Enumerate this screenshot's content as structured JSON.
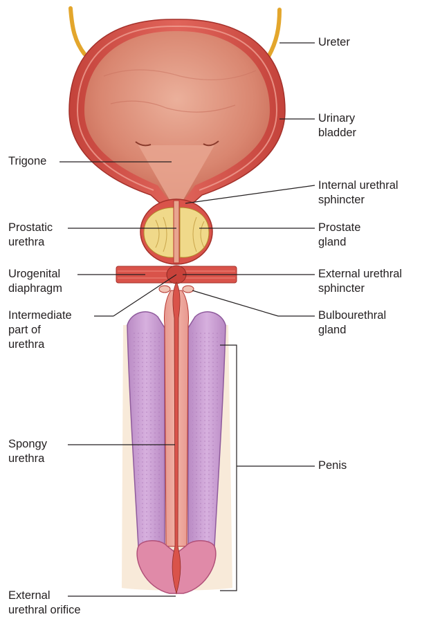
{
  "labels": {
    "ureter": "Ureter",
    "urinary_bladder": "Urinary\nbladder",
    "trigone": "Trigone",
    "internal_urethral_sphincter": "Internal urethral\nsphincter",
    "prostatic_urethra": "Prostatic\nurethra",
    "prostate_gland": "Prostate\ngland",
    "urogenital_diaphragm": "Urogenital\ndiaphragm",
    "external_urethral_sphincter": "External urethral\nsphincter",
    "intermediate_part_of_urethra": "Intermediate\npart of\nurethra",
    "bulbourethral_gland": "Bulbourethral\ngland",
    "spongy_urethra": "Spongy\nurethra",
    "penis": "Penis",
    "external_urethral_orifice": "External\nurethral orifice"
  },
  "colors": {
    "muscle": "#d9534a",
    "muscle_dark": "#b5362f",
    "bladder_lumen": "#d98670",
    "bladder_lumen_light": "#e8a58f",
    "prostate": "#f0d98a",
    "ureter": "#e3a62c",
    "erectile": "#c99bd1",
    "erectile_edge": "#8e5a9c",
    "skin": "#f3dcc0",
    "glans": "#e08aa8",
    "leader_line": "#231f20"
  }
}
